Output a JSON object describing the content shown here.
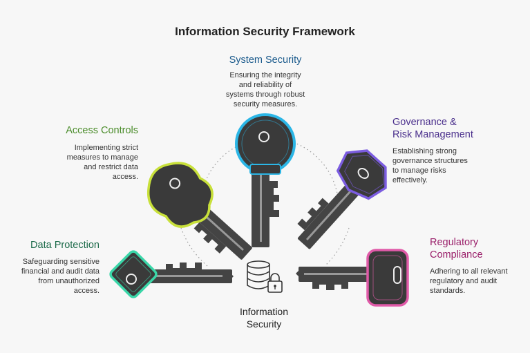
{
  "title": "Information Security Framework",
  "center": {
    "line1": "Information",
    "line2": "Security",
    "icon": "database-lock-icon"
  },
  "sections": {
    "system_security": {
      "heading": "System Security",
      "description": [
        "Ensuring the integrity",
        "and reliability of",
        "systems through robust",
        "security measures."
      ],
      "color": "#1a5a8c",
      "key_color": "#2bb6e6"
    },
    "access_controls": {
      "heading": "Access Controls",
      "description": [
        "Implementing strict",
        "measures to manage",
        "and restrict data",
        "access."
      ],
      "color": "#4a8c2a",
      "key_color": "#c8e03a"
    },
    "governance": {
      "heading_line1": "Governance &",
      "heading_line2": "Risk Management",
      "description": [
        "Establishing strong",
        "governance structures",
        "to manage risks",
        "effectively."
      ],
      "color": "#4a2f8c",
      "key_color": "#7b5ce0"
    },
    "data_protection": {
      "heading": "Data Protection",
      "description": [
        "Safeguarding sensitive",
        "financial and audit data",
        "from unauthorized",
        "access."
      ],
      "color": "#1d6b4a",
      "key_color": "#3ad6a8"
    },
    "regulatory": {
      "heading_line1": "Regulatory",
      "heading_line2": "Compliance",
      "description": [
        "Adhering to all relevant",
        "regulatory and audit",
        "standards."
      ],
      "color": "#9a1f6a",
      "key_color": "#e05aa8"
    }
  }
}
